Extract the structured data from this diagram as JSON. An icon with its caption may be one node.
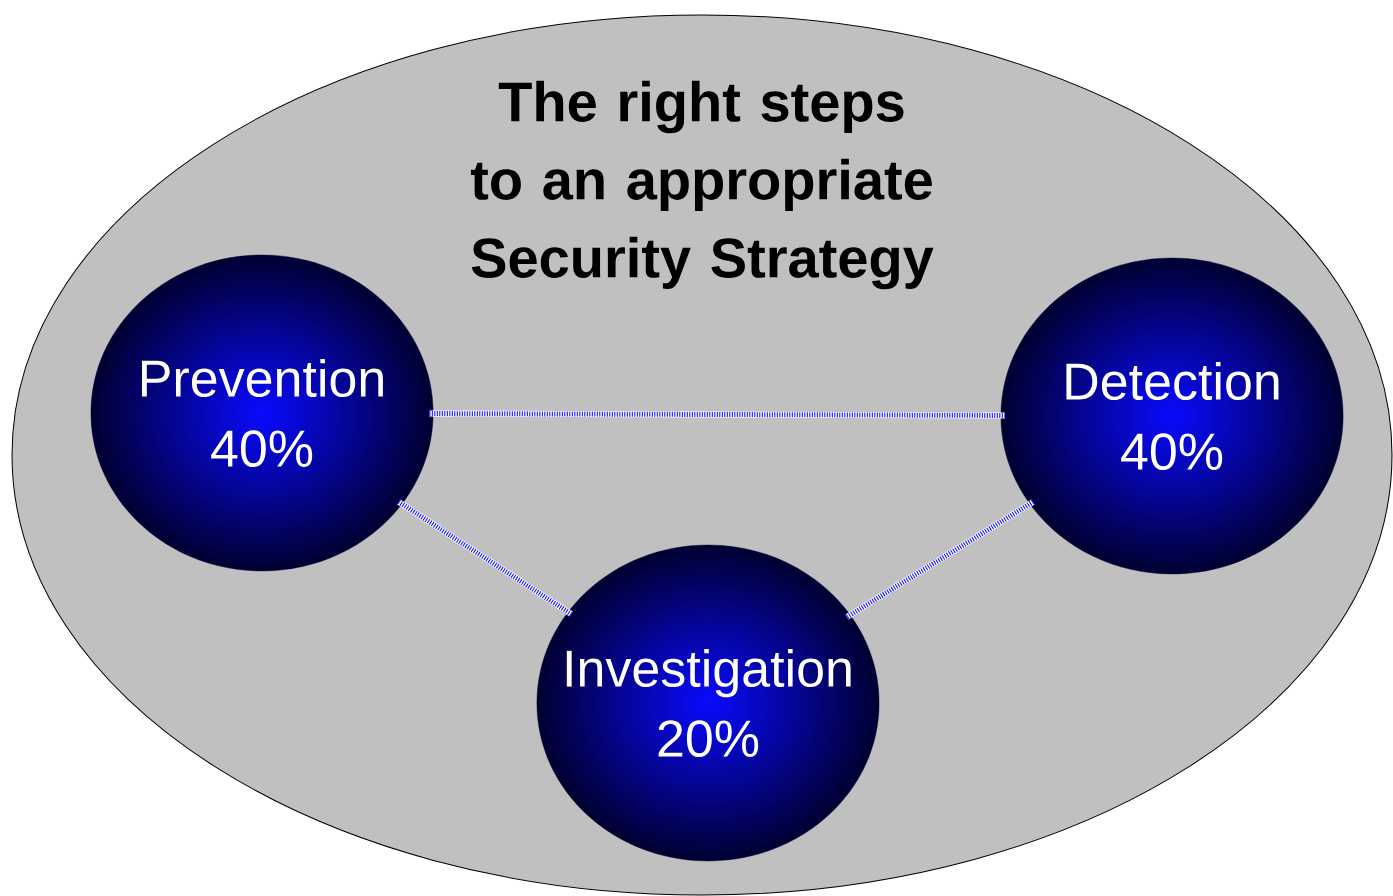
{
  "diagram": {
    "nodes": [
      {
        "text": [
          "The right steps to an appropriate Security Strategy"
        ]
      },
      {
        "text": [
          "Prevention 40%"
        ],
        "in": 0
      },
      {
        "text": [
          "Detection 40%"
        ],
        "in": 0
      },
      {
        "text": [
          "Investigation 20%"
        ],
        "in": 0
      }
    ],
    "edges": [
      {
        "from": 1,
        "to": 2,
        "arrow": "none"
      },
      {
        "from": 1,
        "to": 3,
        "arrow": "none"
      },
      {
        "from": 2,
        "to": 3,
        "arrow": "none"
      }
    ]
  }
}
